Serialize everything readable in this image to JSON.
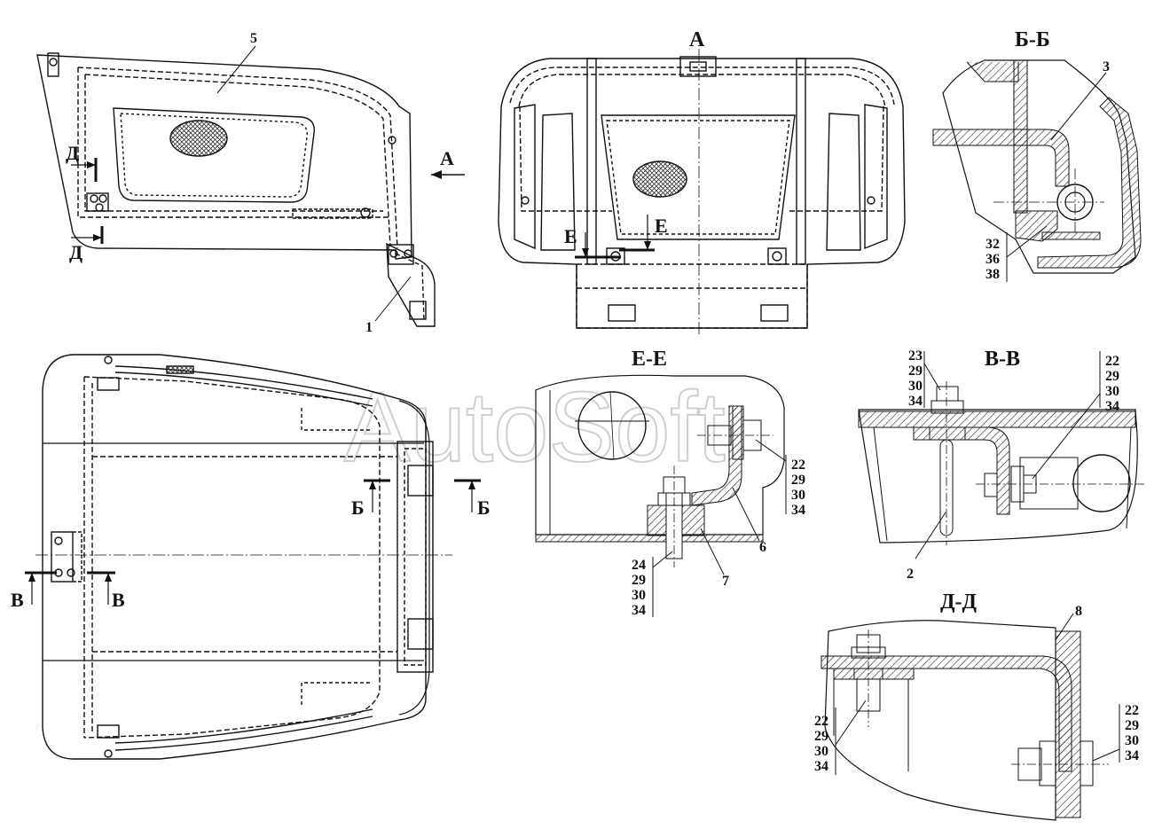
{
  "watermark": "AutoSoft",
  "views": {
    "side": {
      "part_5": "5",
      "part_1": "1",
      "arrow_a": "A",
      "cut_d_top": "Д",
      "cut_d_bottom": "Д"
    },
    "front": {
      "title": "A",
      "cut_e_left": "E",
      "cut_e_right": "E"
    },
    "section_bb": {
      "title": "Б-Б",
      "part_3": "3",
      "stack": [
        "32",
        "36",
        "38"
      ]
    },
    "top": {
      "cut_b_left": "Б",
      "cut_b_right": "Б",
      "cut_v_left": "B",
      "cut_v_right": "B"
    },
    "section_ee": {
      "title": "E-E",
      "stack_right": [
        "22",
        "29",
        "30",
        "34"
      ],
      "stack_bottom": [
        "24",
        "29",
        "30",
        "34"
      ],
      "part_6": "6",
      "part_7": "7"
    },
    "section_vv": {
      "title": "B-B",
      "stack_left": [
        "23",
        "29",
        "30",
        "34"
      ],
      "stack_right": [
        "22",
        "29",
        "30",
        "34"
      ],
      "part_2": "2"
    },
    "section_dd": {
      "title": "Д-Д",
      "part_8": "8",
      "stack_left": [
        "22",
        "29",
        "30",
        "34"
      ],
      "stack_right": [
        "22",
        "29",
        "30",
        "34"
      ]
    }
  }
}
